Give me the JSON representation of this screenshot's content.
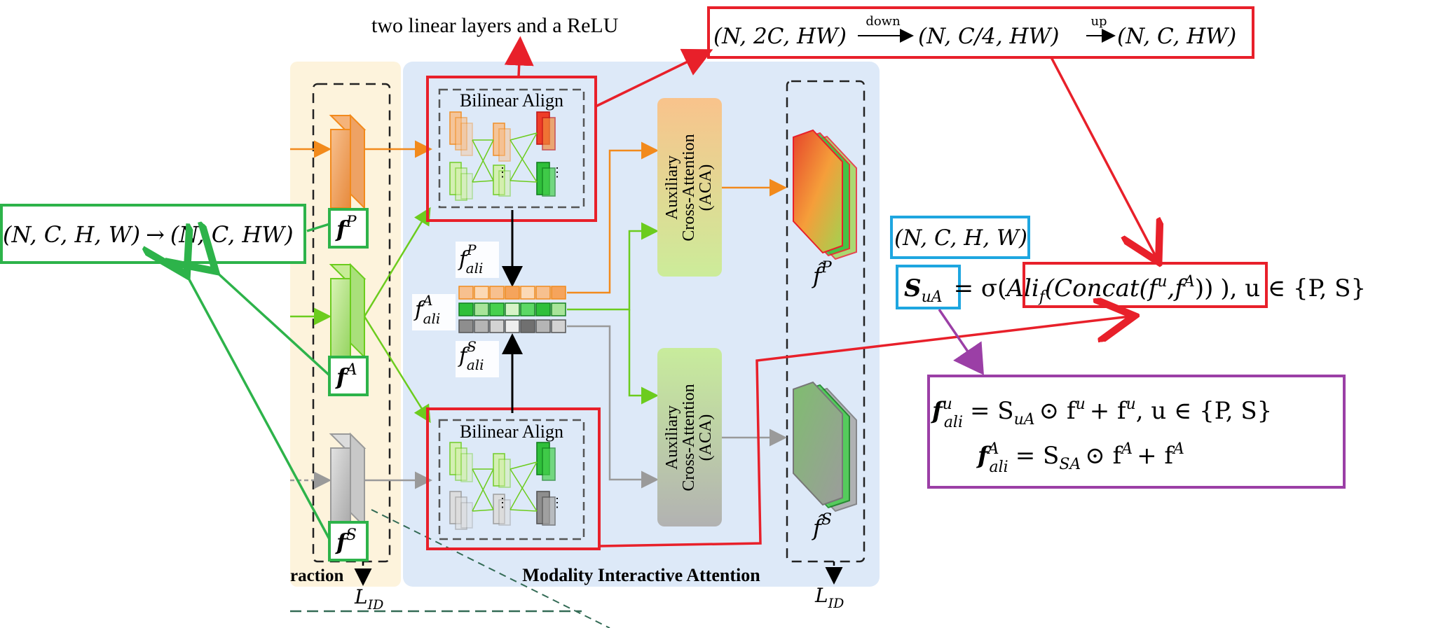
{
  "annotations": {
    "mlp_note": "two linear layers and a ReLU",
    "shape_chain": {
      "in": "(N, 2C, HW)",
      "down": "down",
      "mid": "(N, C/4, HW)",
      "up": "up",
      "out": "(N, C, HW)"
    },
    "reshape": {
      "from": "(N, C, H, W)",
      "arrow": "→",
      "to": "(N, C, HW)"
    },
    "input_shape": "(N, C, H, W)",
    "score_formula": {
      "lhs": "S",
      "lhs_sub": "uA",
      "eq": "= σ(",
      "inner": "Ali",
      "inner_sub": "f",
      "concat": "(Concat(f",
      "concat_sup1": "u",
      "comma": ",f",
      "concat_sup2": "A",
      "close": "))",
      "tail": "), u ∈ {P, S}"
    },
    "fusion_formula": {
      "line1": {
        "f": "f",
        "sup": "u",
        "sub": "ali",
        "rest": "= S",
        "s_sub": "uA",
        "rest2": "⊙ f",
        "sup2": "u",
        "rest3": "+ f",
        "sup3": "u",
        "rest4": ", u ∈ {P, S}"
      },
      "line2": {
        "f": "f",
        "sup": "A",
        "sub": "ali",
        "rest": "= S",
        "s_sub": "SA",
        "rest2": "⊙ f",
        "sup2": "A",
        "rest3": "+ f",
        "sup3": "A"
      }
    }
  },
  "blocks": {
    "bilinear_top": "Bilinear Align",
    "bilinear_bottom": "Bilinear Align",
    "aca_top": [
      "Auxiliary",
      "Cross-Attention",
      "(ACA)"
    ],
    "aca_bottom": [
      "Auxiliary",
      "Cross-Attention",
      "(ACA)"
    ],
    "mia_label": "Modality Interactive Attention",
    "extraction_label": "raction"
  },
  "features": {
    "fP": {
      "base": "f",
      "sup": "P"
    },
    "fA": {
      "base": "f",
      "sup": "A"
    },
    "fS": {
      "base": "f",
      "sup": "S"
    },
    "fP_ali": {
      "base": "f",
      "sup": "P",
      "sub": "ali"
    },
    "fA_ali": {
      "base": "f",
      "sup": "A",
      "sub": "ali"
    },
    "fS_ali": {
      "base": "f",
      "sup": "S",
      "sub": "ali"
    },
    "fP_hat": {
      "base": "f̂",
      "sup": "P"
    },
    "fS_hat": {
      "base": "f̂",
      "sup": "S"
    }
  },
  "losses": {
    "left": {
      "base": "L",
      "sub": "ID"
    },
    "right": {
      "base": "L",
      "sub": "ID"
    }
  },
  "colors": {
    "red_highlight": "#e8202a",
    "green_highlight": "#2db34a",
    "blue_highlight": "#1ea6e0",
    "purple_highlight": "#9b3fa6",
    "orange_path": "#f28a1c",
    "green_path": "#6ccc1e",
    "gray_path": "#9a9a9a",
    "mia_bg": "#dde9f8",
    "extraction_bg": "#fdf3dc"
  }
}
